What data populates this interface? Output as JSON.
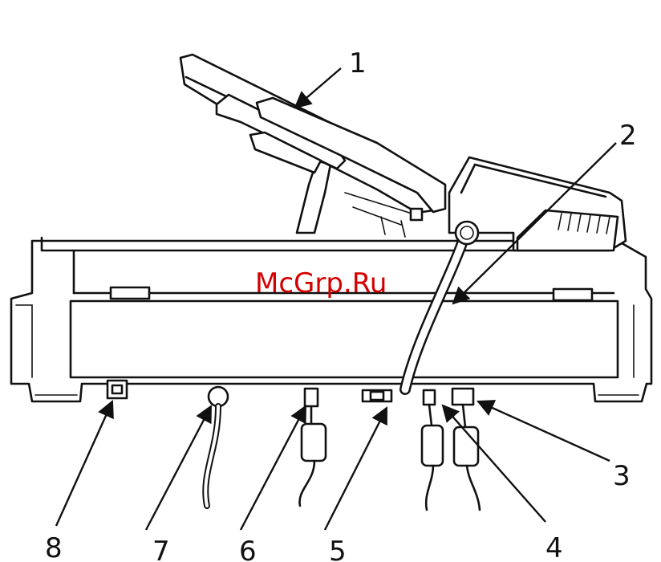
{
  "watermark": "McGrp.Ru",
  "callouts": [
    {
      "id": "1",
      "label": "1"
    },
    {
      "id": "2",
      "label": "2"
    },
    {
      "id": "3",
      "label": "3"
    },
    {
      "id": "4",
      "label": "4"
    },
    {
      "id": "5",
      "label": "5"
    },
    {
      "id": "6",
      "label": "6"
    },
    {
      "id": "7",
      "label": "7"
    },
    {
      "id": "8",
      "label": "8"
    }
  ],
  "colors": {
    "line": "#111111",
    "watermark": "#d40000",
    "background": "#ffffff"
  }
}
